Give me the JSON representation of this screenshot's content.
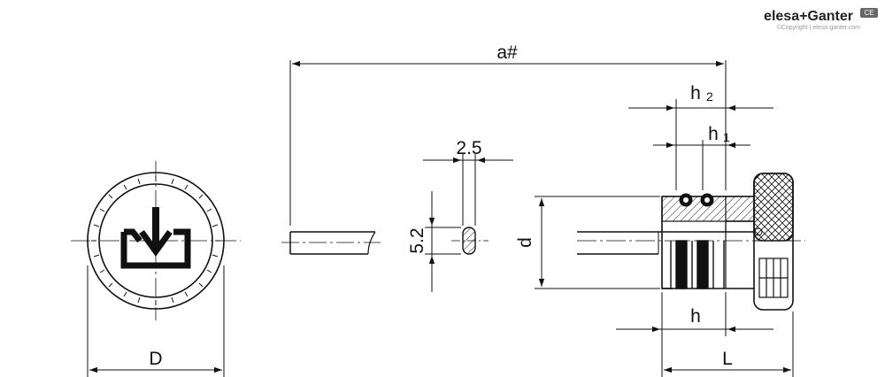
{
  "logo": {
    "brand": "elesa+Ganter",
    "copyright": "©Copyright | elesa-ganter.com",
    "badge": "CE"
  },
  "labels": {
    "a_hash": "a#",
    "h2_main": "h",
    "h2_sub": "2",
    "h1_main": "h",
    "h1_sub": "1",
    "dim_2_5": "2.5",
    "dim_5_2": "5.2",
    "d": "d",
    "D": "D",
    "h": "h",
    "L": "L"
  },
  "colors": {
    "line": "#111111",
    "center_line": "#333333"
  }
}
